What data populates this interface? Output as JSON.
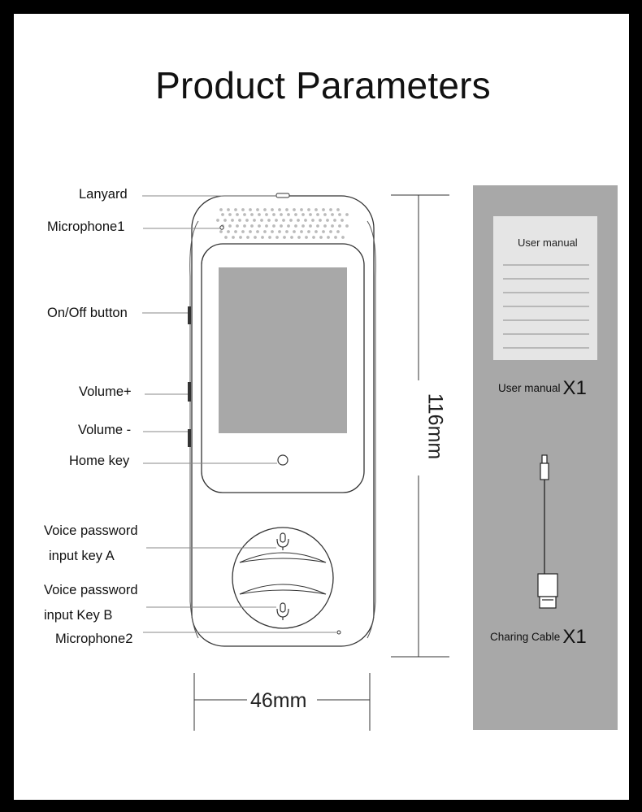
{
  "title": "Product Parameters",
  "labels": {
    "lanyard": "Lanyard",
    "microphone1": "Microphone1",
    "onoff": "On/Off button",
    "volume_up": "Volume+",
    "volume_down": "Volume -",
    "home_key": "Home key",
    "voice_a_line1": "Voice password",
    "voice_a_line2": "input key A",
    "voice_b_line1": "Voice password",
    "voice_b_line2": "input Key B",
    "microphone2": "Microphone2"
  },
  "dimensions": {
    "width": "46mm",
    "height": "116mm"
  },
  "package": {
    "manual_cover_title": "User manual",
    "manual_label": "User manual",
    "manual_qty": "X1",
    "cable_label": "Charing Cable",
    "cable_qty": "X1"
  },
  "colors": {
    "frame": "#000000",
    "background": "#ffffff",
    "panel": "#a8a8a8",
    "screen": "#a8a8a8"
  }
}
